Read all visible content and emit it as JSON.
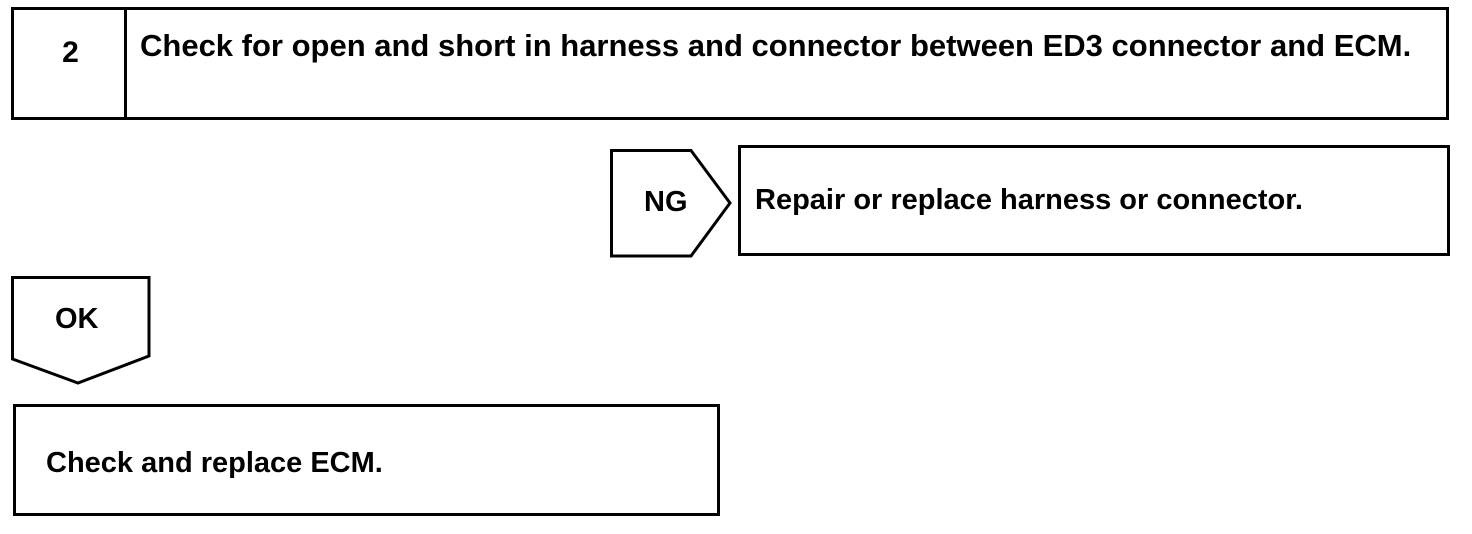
{
  "step": {
    "number": "2",
    "title": "Check for open and short in harness and connector between ED3 connector and ECM."
  },
  "ng_branch": {
    "label": "NG",
    "action": "Repair or replace harness or connector."
  },
  "ok_branch": {
    "label": "OK",
    "action": "Check and replace ECM."
  }
}
